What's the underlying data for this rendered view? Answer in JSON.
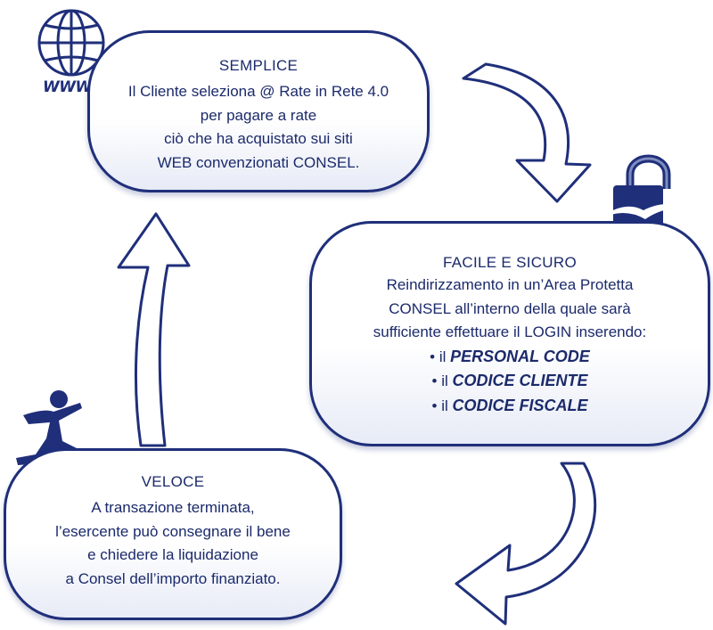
{
  "semplice": {
    "title": "SEMPLICE",
    "lines": [
      "Il Cliente seleziona @ Rate in Rete 4.0",
      "per pagare a rate",
      "ciò che ha acquistato sui siti",
      "WEB convenzionati CONSEL."
    ]
  },
  "facile": {
    "title": "FACILE E SICURO",
    "lines": [
      "Reindirizzamento in un’Area Protetta",
      "CONSEL all’interno della quale sarà",
      "sufficiente effettuare il LOGIN inserendo:"
    ],
    "bullets": [
      {
        "prefix": "• il ",
        "strong": "PERSONAL CODE"
      },
      {
        "prefix": "• il ",
        "strong": "CODICE CLIENTE"
      },
      {
        "prefix": "• il ",
        "strong": "CODICE FISCALE"
      }
    ]
  },
  "veloce": {
    "title": "VELOCE",
    "lines": [
      "A transazione terminata,",
      "l’esercente può consegnare il bene",
      "e chiedere la liquidazione",
      "a Consel dell’importo finanziato."
    ]
  },
  "www_label": "WWW",
  "colors": {
    "ink": "#1f2f7a",
    "text": "#1b2a6b",
    "bubble_fill": "#ffffff"
  }
}
